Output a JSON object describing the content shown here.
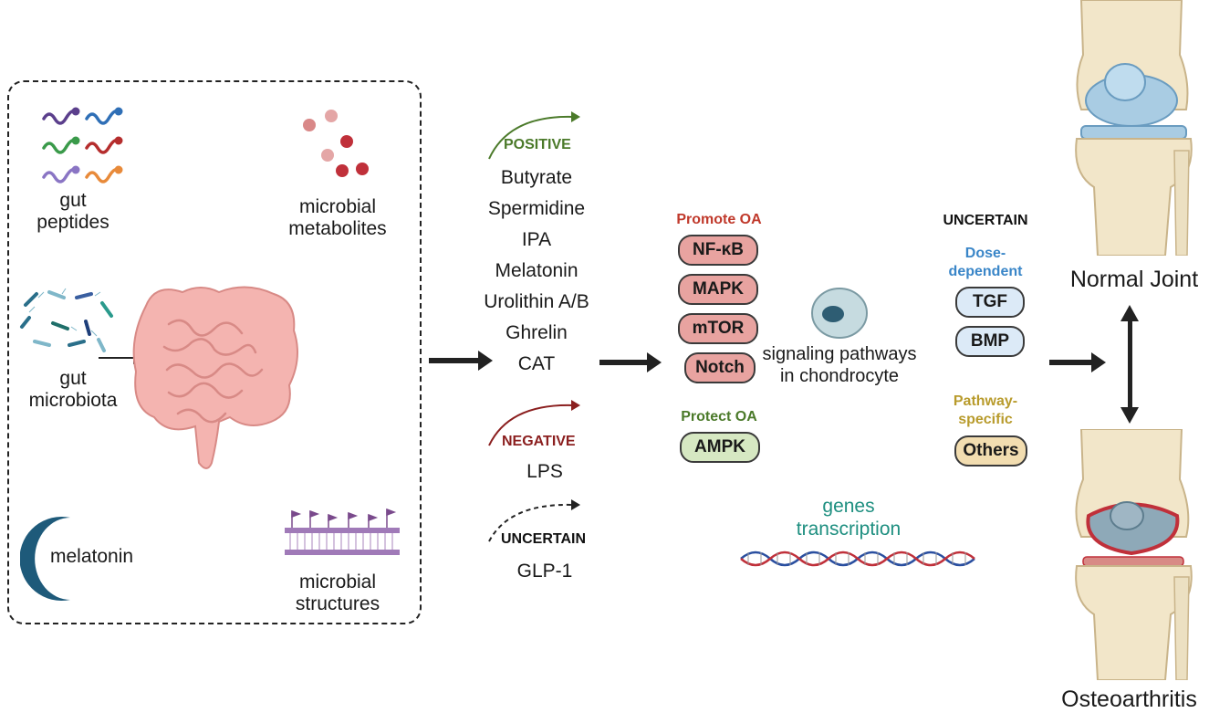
{
  "sources": {
    "gut_peptides": "gut\npeptides",
    "microbial_metabolites": "microbial\nmetabolites",
    "gut_microbiota": "gut\nmicrobiota",
    "melatonin": "melatonin",
    "microbial_structures": "microbial\nstructures"
  },
  "effects": {
    "positive_label": "POSITIVE",
    "positive_items": [
      "Butyrate",
      "Spermidine",
      "IPA",
      "Melatonin",
      "Urolithin A/B",
      "Ghrelin",
      "CAT"
    ],
    "negative_label": "NEGATIVE",
    "negative_items": [
      "LPS"
    ],
    "uncertain_label": "UNCERTAIN",
    "uncertain_items": [
      "GLP-1"
    ]
  },
  "pathways": {
    "promote_label": "Promote OA",
    "promote_items": [
      "NF-κB",
      "MAPK",
      "mTOR",
      "Notch"
    ],
    "protect_label": "Protect OA",
    "protect_items": [
      "AMPK"
    ]
  },
  "chondrocyte": {
    "label": "signaling pathways\nin chondrocyte",
    "genes_label": "genes\ntranscription"
  },
  "uncertain_group": {
    "title": "UNCERTAIN",
    "dose_label": "Dose-\ndependent",
    "dose_items": [
      "TGF",
      "BMP"
    ],
    "pathway_label": "Pathway-\nspecific",
    "pathway_items": [
      "Others"
    ]
  },
  "joints": {
    "normal": "Normal Joint",
    "oa": "Osteoarthritis"
  },
  "colors": {
    "positive": "#4b7a2a",
    "negative": "#8b1f1f",
    "promote": "#c0392b",
    "protect": "#4b7a2a",
    "dose": "#3a86c8",
    "pathway": "#b89b2c",
    "genes": "#1e8f80"
  }
}
